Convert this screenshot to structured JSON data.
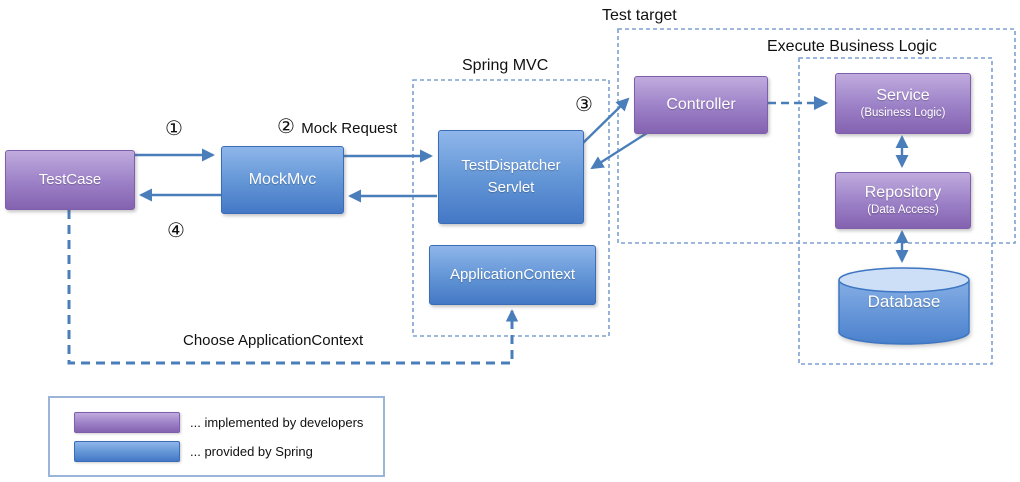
{
  "diagram": {
    "nodes": {
      "testcase": {
        "label": "TestCase"
      },
      "mockmvc": {
        "label": "MockMvc"
      },
      "test_dispatcher_servlet": {
        "label": "TestDispatcher Servlet"
      },
      "application_context": {
        "label": "ApplicationContext"
      },
      "controller": {
        "label": "Controller"
      },
      "service": {
        "label": "Service",
        "sublabel": "(Business Logic)"
      },
      "repository": {
        "label": "Repository",
        "sublabel": "(Data Access)"
      },
      "database": {
        "label": "Database"
      }
    },
    "groups": {
      "spring_mvc": {
        "label": "Spring MVC"
      },
      "test_target": {
        "label": "Test target"
      },
      "execute_business_logic": {
        "label": "Execute Business Logic"
      }
    },
    "annotations": {
      "step1": "①",
      "step2": "②",
      "step2_text": "Mock Request",
      "step3": "③",
      "step4": "④",
      "choose_application_context": "Choose ApplicationContext"
    },
    "legend": {
      "items": [
        {
          "swatch": "purple",
          "label": "... implemented by developers"
        },
        {
          "swatch": "blue",
          "label": "... provided by Spring"
        }
      ]
    },
    "colors": {
      "purple_top": "#c0abdd",
      "purple_bottom": "#8462b0",
      "blue_top": "#8fb6ea",
      "blue_bottom": "#4478c5",
      "arrow": "#4a7ebb",
      "dashed_border": "#7da0d0",
      "legend_border": "#9ab5d9",
      "database_top": "#cddff6"
    }
  }
}
